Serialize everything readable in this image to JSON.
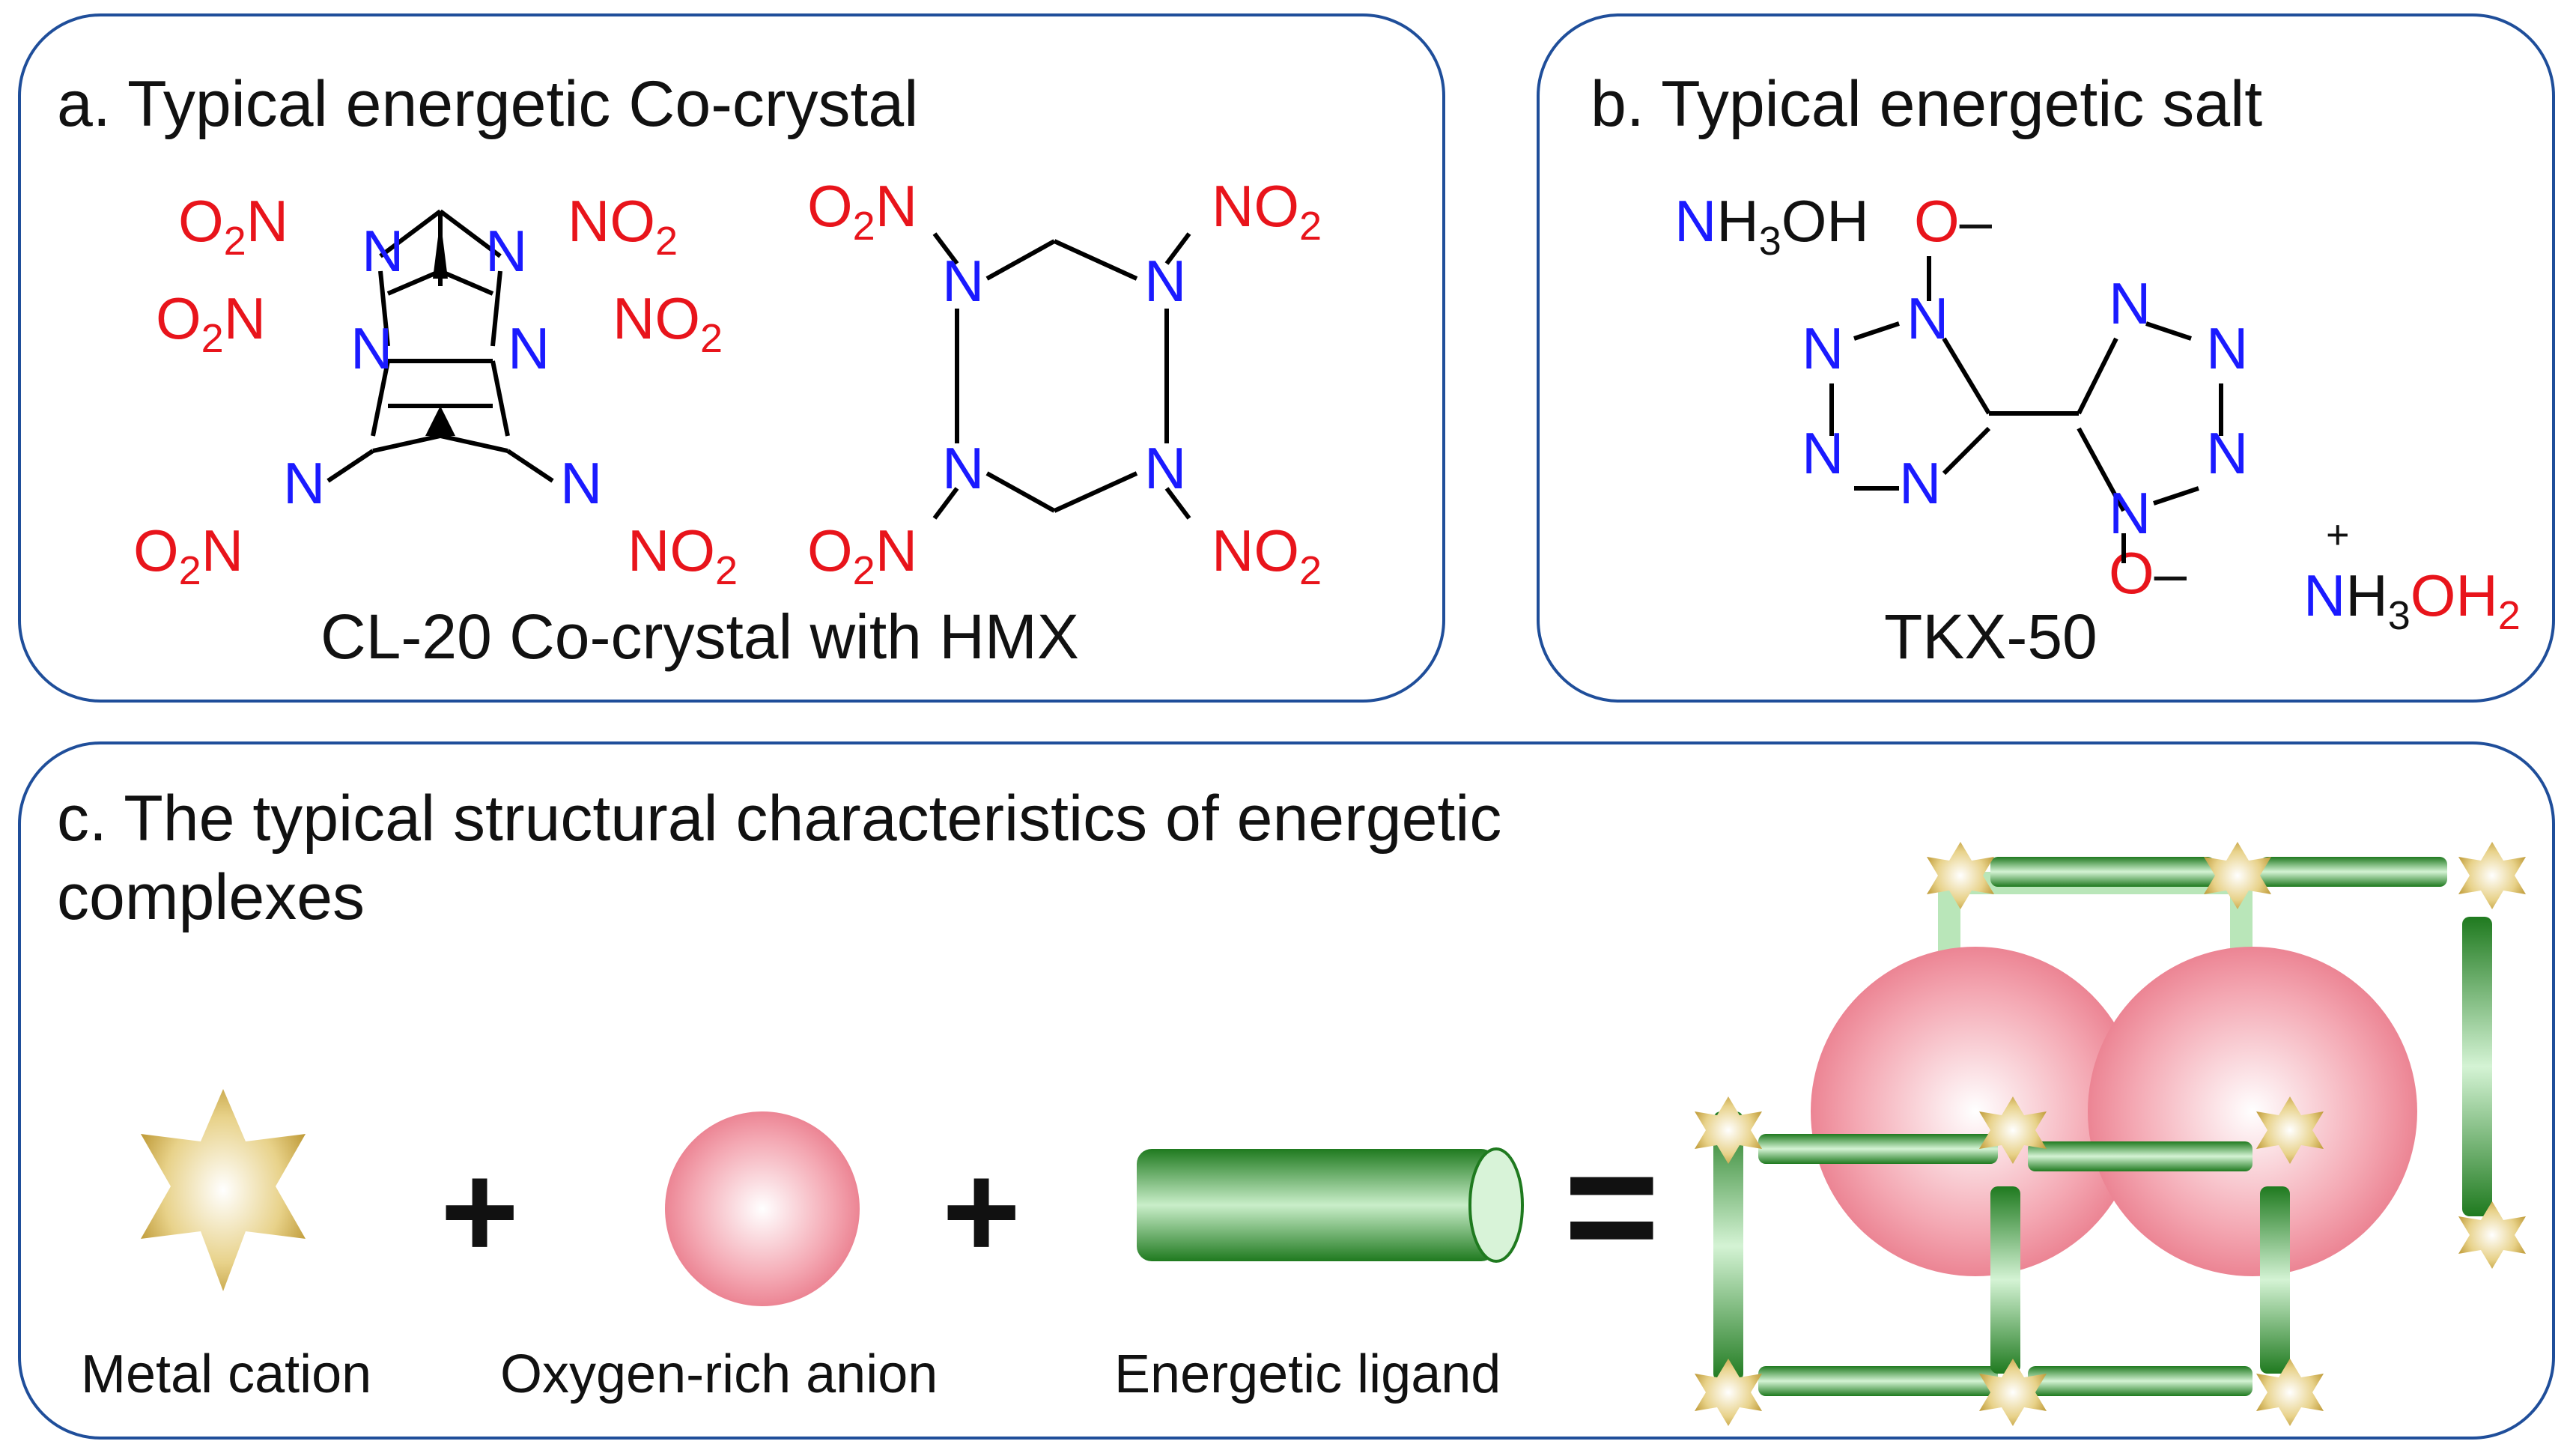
{
  "panels": {
    "a": {
      "title": "a. Typical energetic Co-crystal",
      "caption": "CL-20 Co-crystal with HMX"
    },
    "b": {
      "title": "b. Typical energetic salt",
      "caption": "TKX-50",
      "cation_label": "NH3OH",
      "cation_label_2": "NH3OH2",
      "anion_charge": "O–"
    },
    "c": {
      "title_line1": "c. The typical structural characteristics of energetic",
      "title_line2": "complexes",
      "legend": {
        "metal": "Metal cation",
        "anion": "Oxygen-rich anion",
        "ligand": "Energetic ligand"
      },
      "operators": {
        "plus": "+",
        "equals": "="
      }
    }
  },
  "chem_labels": {
    "nitro_o2n": "O2N",
    "nitro_no2": "NO2",
    "nitrogen": "N",
    "oxygen": "O"
  },
  "colors": {
    "border": "#1f4e9a",
    "nitrogen": "#1a1aff",
    "oxygen": "#e8141b",
    "ligand": "#3e9a3e",
    "anion": "#f07b8a",
    "metal": "#c9a23a"
  }
}
